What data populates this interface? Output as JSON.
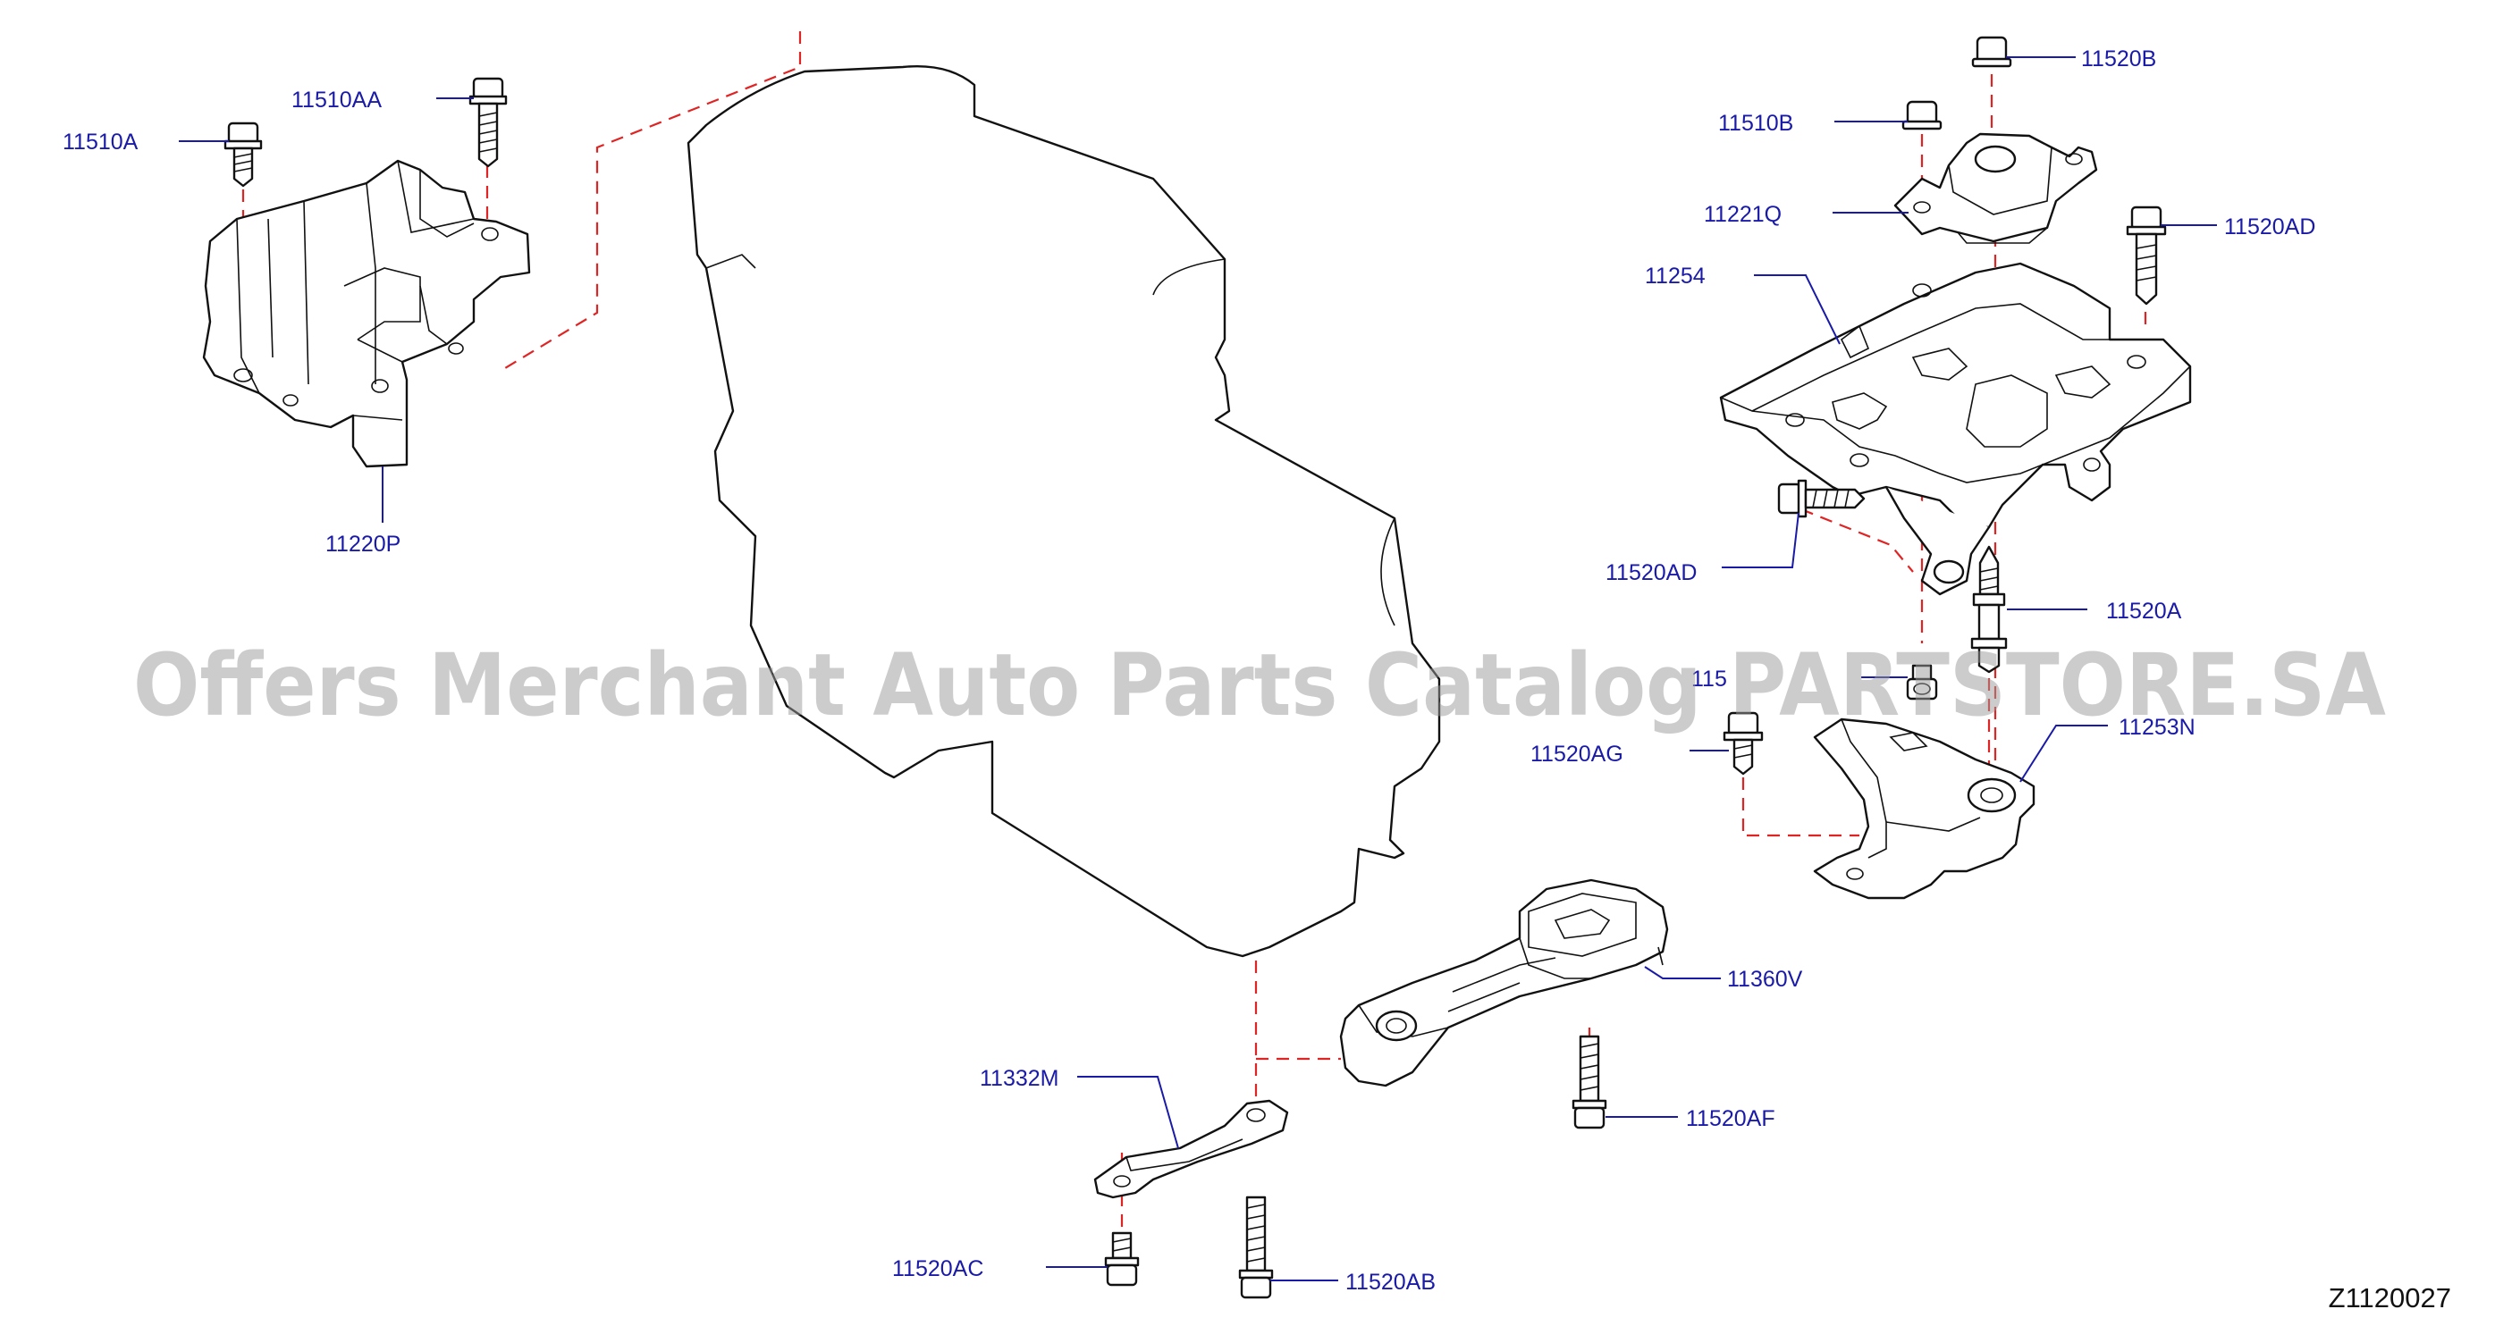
{
  "diagram": {
    "drawing_code": "Z1120027",
    "watermark": "Offers Merchant Auto Parts Catalog PARTSTORE.SA",
    "colors": {
      "label": "#1a1aa8",
      "dashed_line": "#e02424",
      "outline": "#111111",
      "watermark": "#9a9a9a"
    },
    "labels": {
      "p11510a": "11510A",
      "p11510aa": "11510AA",
      "p11220p": "11220P",
      "p11520b": "11520B",
      "p11510b": "11510B",
      "p11221q": "11221Q",
      "p11520ad_top": "11520AD",
      "p11254": "11254",
      "p11520ad_left": "11520AD",
      "p11520a": "11520A",
      "p115_a": "115",
      "p11253n": "11253N",
      "p11520ag": "11520AG",
      "p11360v": "11360V",
      "p11332m": "11332M",
      "p11520af": "11520AF",
      "p11520ac": "11520AC",
      "p11520ab": "11520AB"
    }
  }
}
